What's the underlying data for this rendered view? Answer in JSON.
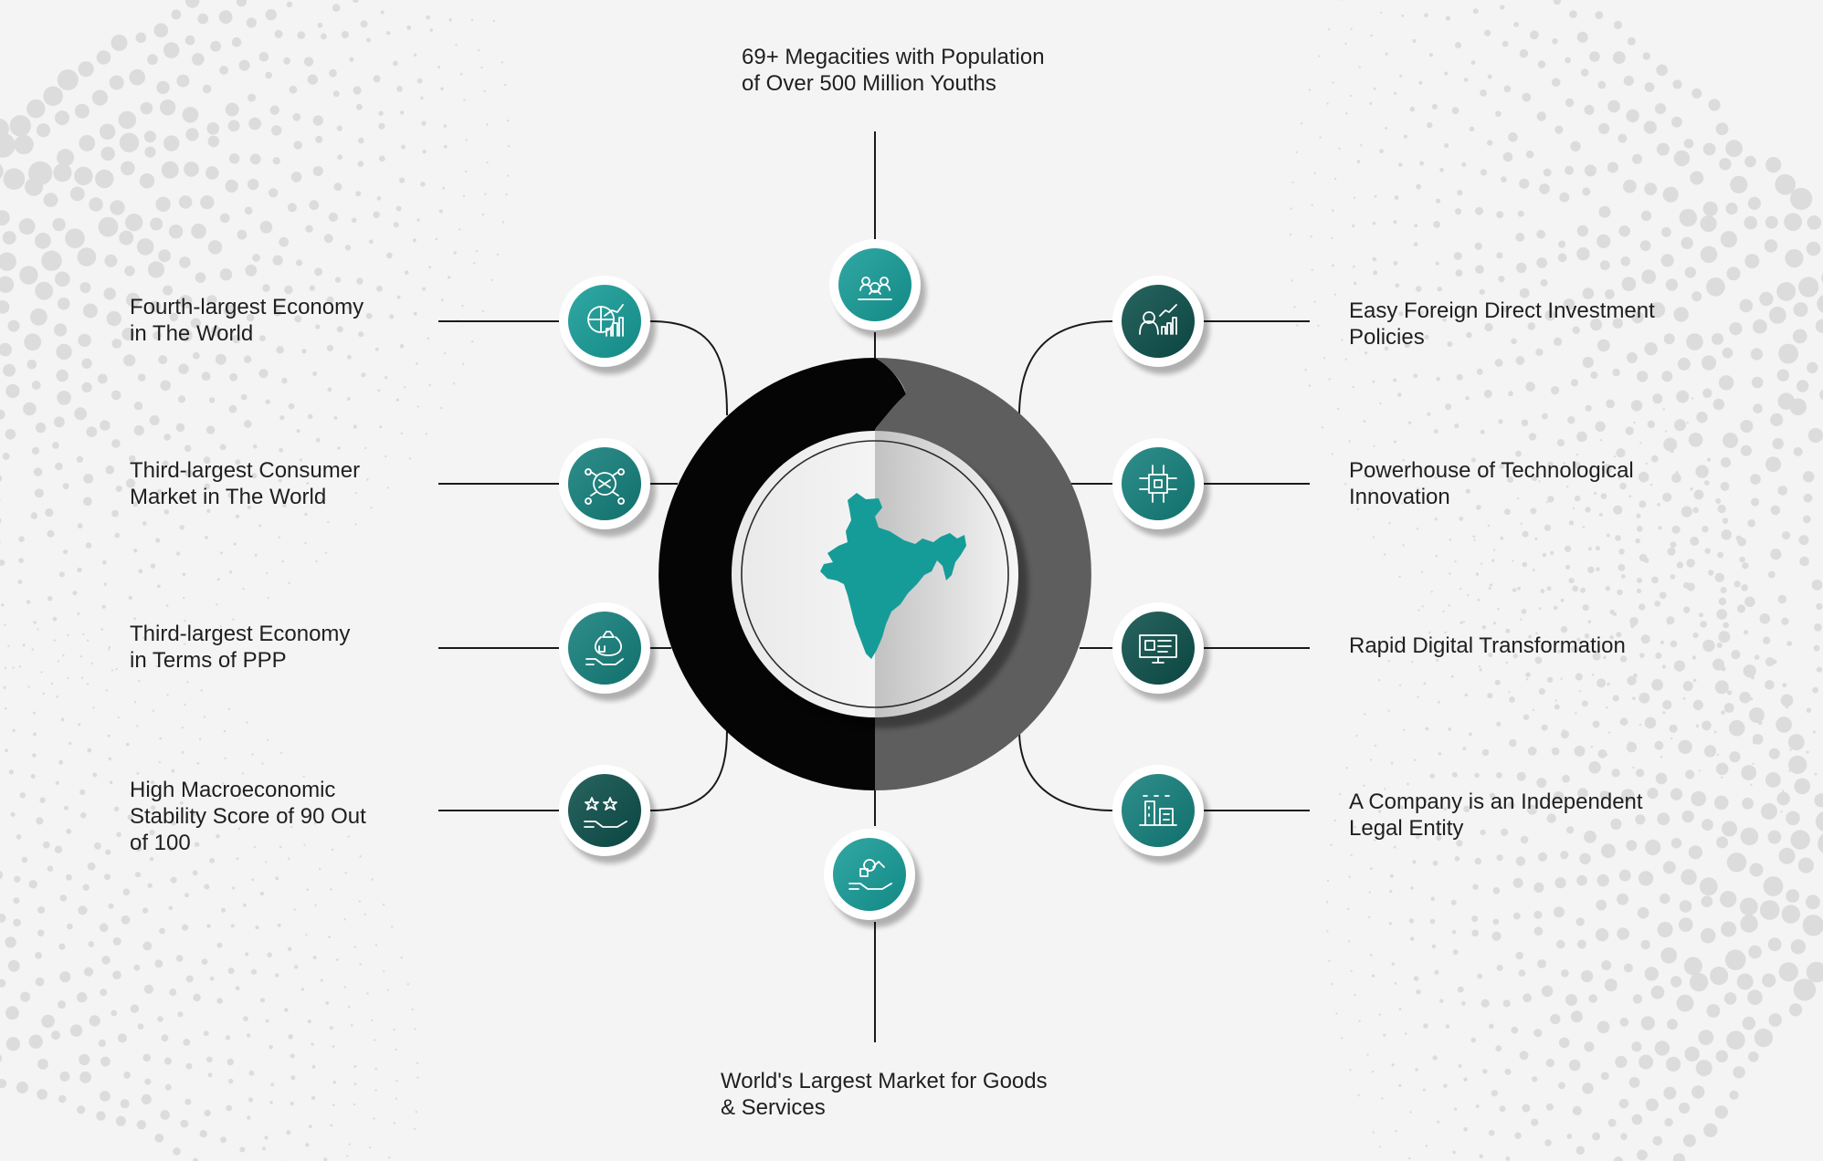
{
  "center": {
    "map": "india-map"
  },
  "nodes": [
    {
      "id": "top",
      "label": "69+ Megacities with Population\nof Over 500 Million Youths",
      "icon": "people-group-icon",
      "color": "#169c98"
    },
    {
      "id": "left-1",
      "label": "Fourth-largest Economy\nin The World",
      "icon": "globe-growth-chart-icon",
      "color": "#169c98"
    },
    {
      "id": "left-2",
      "label": "Third-largest Consumer\nMarket in The World",
      "icon": "consumer-network-icon",
      "color": "#137f7b"
    },
    {
      "id": "left-3",
      "label": "Third-largest Economy\nin Terms of PPP",
      "icon": "money-bag-hand-icon",
      "color": "#137f7b"
    },
    {
      "id": "left-4",
      "label": "High Macroeconomic\nStability Score of 90 Out\nof 100",
      "icon": "star-rating-hand-icon",
      "color": "#0c4f4a"
    },
    {
      "id": "right-1",
      "label": "Easy Foreign Direct Investment\nPolicies",
      "icon": "investor-growth-icon",
      "color": "#0c4f4a"
    },
    {
      "id": "right-2",
      "label": "Powerhouse of Technological\nInnovation",
      "icon": "processor-chip-icon",
      "color": "#137f7b"
    },
    {
      "id": "right-3",
      "label": "Rapid Digital Transformation",
      "icon": "digital-screen-icon",
      "color": "#0c4f4a"
    },
    {
      "id": "right-4",
      "label": "A Company is an Independent\nLegal Entity",
      "icon": "company-finance-icon",
      "color": "#137f7b"
    },
    {
      "id": "bottom",
      "label": "World's Largest Market for Goods\n& Services",
      "icon": "goods-services-hand-icon",
      "color": "#169c98"
    }
  ],
  "colors": {
    "teal": "#169c98",
    "teal_dark": "#0c4f4a",
    "ring_left": "#050505",
    "ring_right": "#5e5e5e",
    "connector": "#1a1a1a"
  }
}
